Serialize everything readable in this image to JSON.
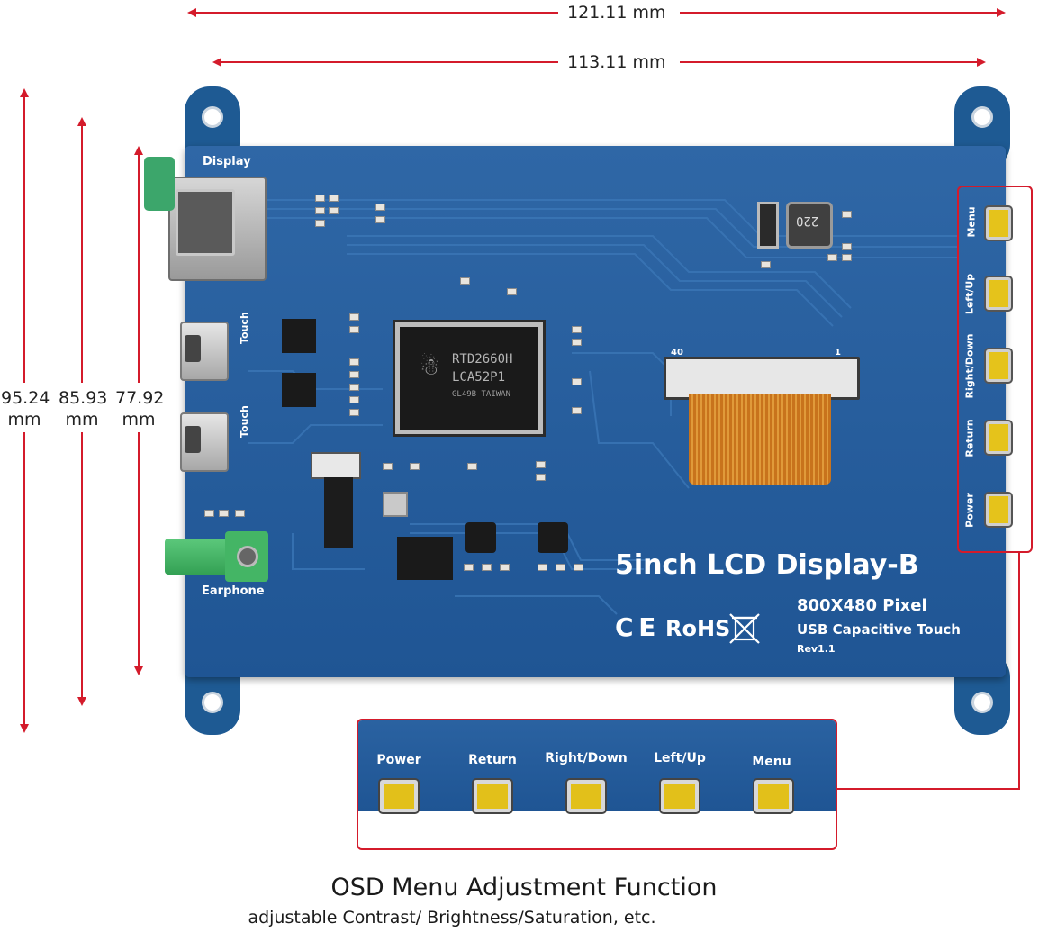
{
  "dimensions": {
    "width_outer": "121.11 mm",
    "width_inner": "113.11 mm",
    "height_outer": [
      "95.24",
      "mm"
    ],
    "height_mid": [
      "85.93",
      "mm"
    ],
    "height_inner": [
      "77.92",
      "mm"
    ]
  },
  "board": {
    "port_display": "Display",
    "port_touch_1": "Touch",
    "port_touch_2": "Touch",
    "port_earphone": "Earphone",
    "chip_line1": "RTD2660H",
    "chip_line2": "LCA52P1",
    "chip_line3": "GL49B TAIWAN",
    "inductor": "220",
    "connector_left": "40",
    "connector_right": "1",
    "title": "5inch LCD Display-B",
    "resolution": "800X480 Pixel",
    "touch_type": "USB Capacitive Touch",
    "revision": "Rev1.1",
    "cert_ce": "C E",
    "cert_rohs": "RoHS",
    "side_buttons": [
      "Menu",
      "Left/Up",
      "Right/Down",
      "Return",
      "Power"
    ]
  },
  "inset": {
    "buttons": [
      "Power",
      "Return",
      "Right/Down",
      "Left/Up",
      "Menu"
    ]
  },
  "caption": {
    "title": "OSD Menu Adjustment Function",
    "subtitle": "adjustable Contrast/ Brightness/Saturation, etc."
  },
  "colors": {
    "pcb_blue": "#2a62a1",
    "dimension_red": "#d41b2b",
    "button_yellow": "#e5c31b"
  }
}
